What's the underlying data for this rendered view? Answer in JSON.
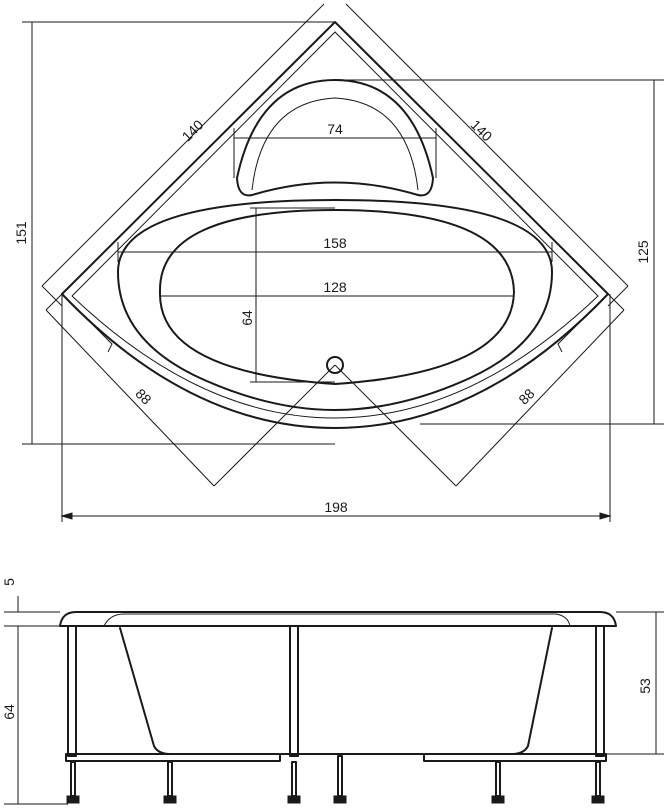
{
  "plan_view": {
    "dims": {
      "side_left": "140",
      "side_right": "140",
      "height_total": "151",
      "height_right": "125",
      "headrest_width": "74",
      "basin_outer_length": "158",
      "basin_inner_length": "128",
      "basin_width": "64",
      "front_left": "88",
      "front_right": "88",
      "overall_width": "198"
    }
  },
  "side_view": {
    "dims": {
      "rim_thickness": "5",
      "total_height": "64",
      "basin_depth": "53"
    }
  }
}
